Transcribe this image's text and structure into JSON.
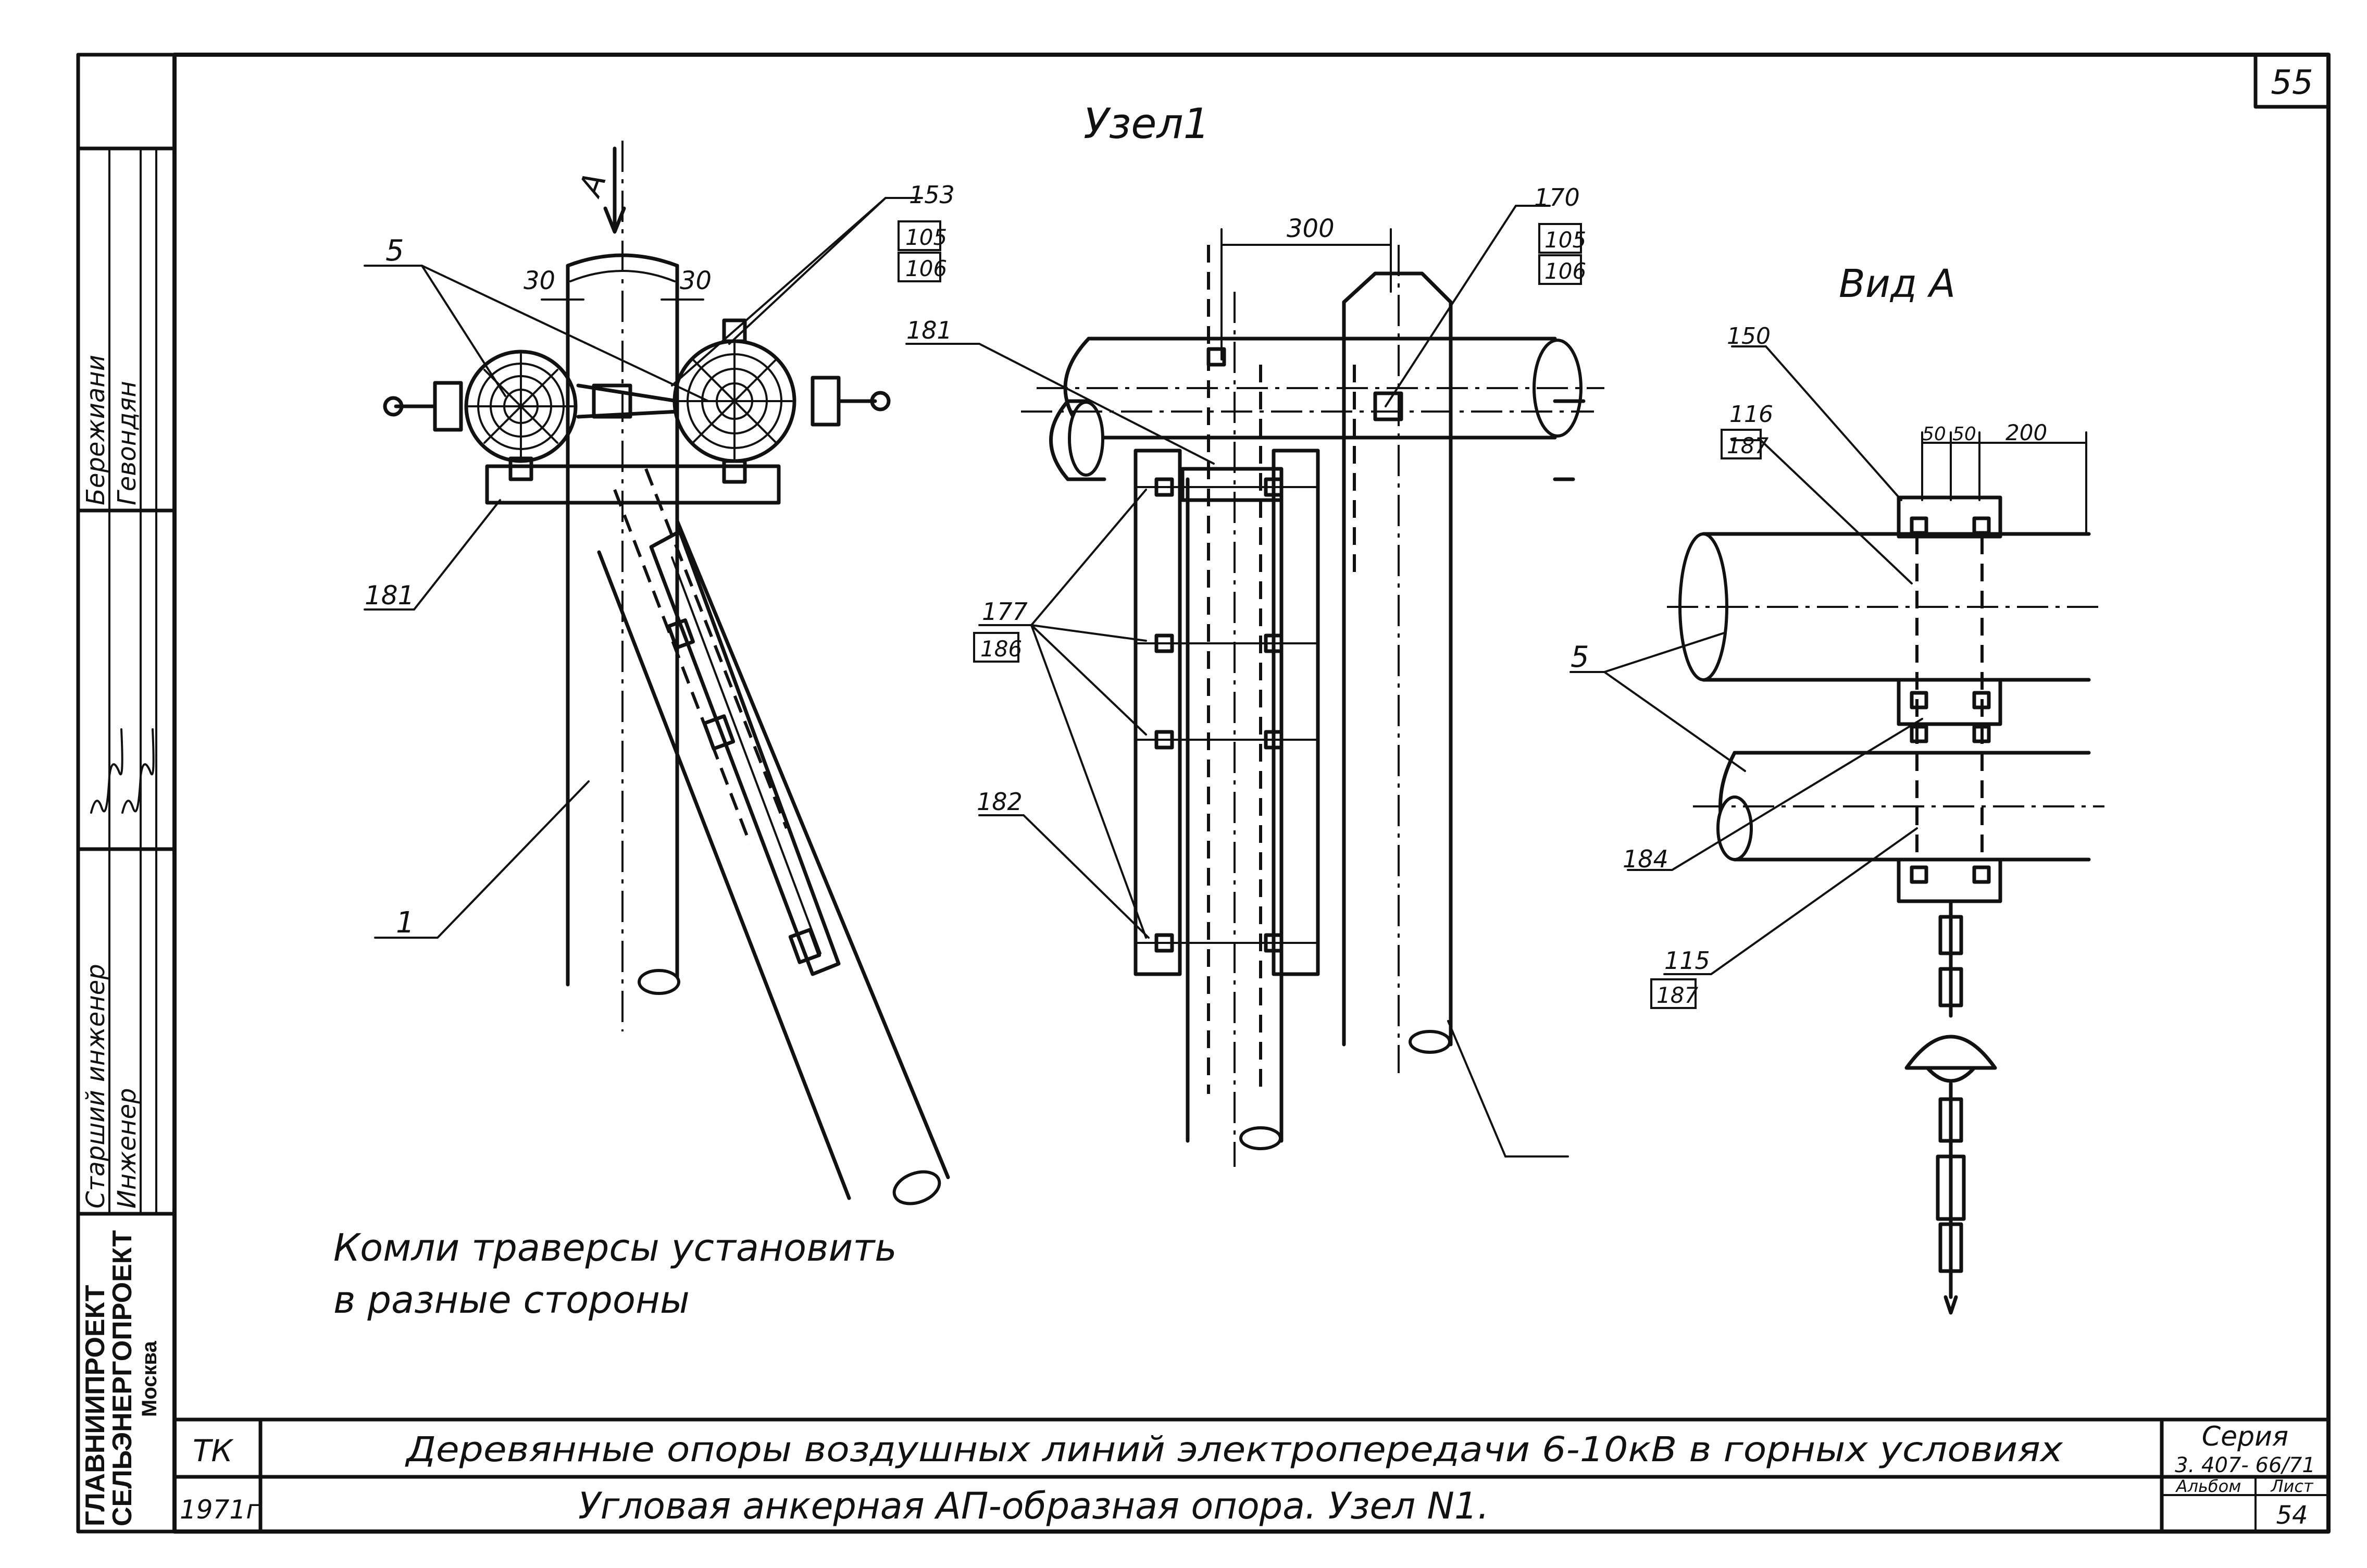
{
  "sheet": {
    "page_number": "55",
    "title_node": "Узел1",
    "view_a_title": "Вид А",
    "view_arrow_label": "А",
    "note_line1": "Комли траверсы установить",
    "note_line2": "в разные стороны"
  },
  "stamp": {
    "code": "ТК",
    "year": "1971г",
    "title_line1": "Деревянные опоры воздушных линий электропередачи 6-10кВ в горных условиях",
    "title_line2": "Угловая анкерная АП-образная опора. Узел N1.",
    "series_label": "Серия",
    "series_value": "3. 407- 66/71",
    "album_label": "Альбом",
    "sheet_label": "Лист",
    "sheet_value": "54"
  },
  "side_block": {
    "org1": "ГЛАВНИИПРОЕКТ",
    "org2": "СЕЛЬЭНЕРГОПРОЕКТ",
    "city": "Москва",
    "role1": "Старший инженер",
    "role2": "Инженер",
    "name1": "Бережиани",
    "name2": "Гевондян"
  },
  "labels": {
    "left": {
      "l5": "5",
      "l181": "181",
      "l1": "1",
      "d30a": "30",
      "d30b": "30",
      "l153": "153",
      "l105": "105",
      "l106": "106"
    },
    "middle": {
      "d300": "300",
      "l181": "181",
      "l170": "170",
      "l105": "105",
      "l106": "106",
      "l177": "177",
      "l186": "186",
      "l182": "182"
    },
    "right": {
      "l150": "150",
      "l116": "116",
      "l187a": "187",
      "d50a": "50",
      "d50b": "50",
      "d200": "200",
      "l5": "5",
      "l184": "184",
      "l115": "115",
      "l187b": "187"
    }
  }
}
